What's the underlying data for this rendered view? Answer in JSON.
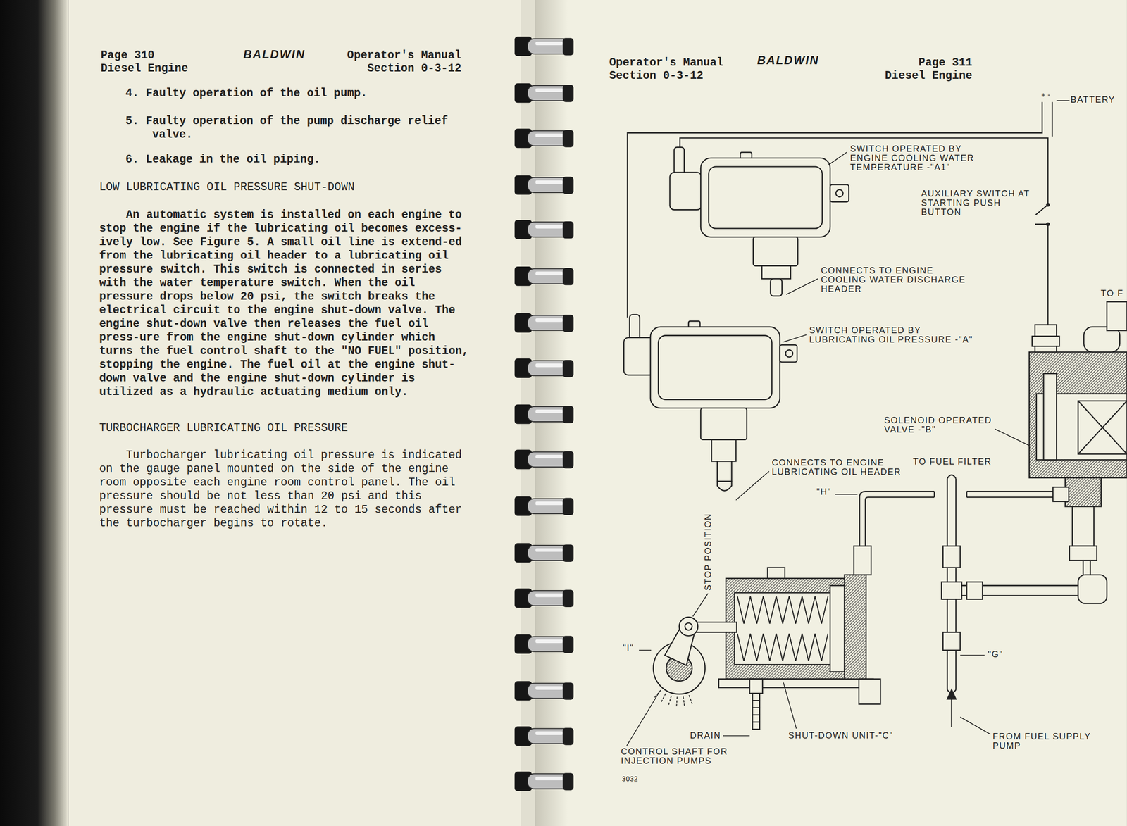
{
  "diagram": {
    "labels": [
      "Page 310",
      "Diesel Engine",
      "BALDWIN",
      "Operator's Manual",
      "Section 0-3-12",
      "4. Faulty operation of the oil pump.",
      "5. Faulty operation of the pump discharge relief valve.",
      "6. Leakage in the oil piping.",
      "LOW LUBRICATING OIL PRESSURE SHUT-DOWN",
      "An automatic system is installed on each engine to stop the engine if the lubricating oil becomes excess-ively low. See Figure 5. A small oil line is extend-ed from the lubricating oil header to a lubricating oil pressure switch. This switch is connected in series with the water temperature switch. When the oil pressure drops below 20 psi, the switch breaks the electrical circuit to the engine shut-down valve. The engine shut-down valve then releases the fuel oil press-ure from the engine shut-down cylinder which turns the fuel control shaft to the \"NO FUEL\" position, stopping the engine. The fuel oil at the engine shut-down valve and the engine shut-down cylinder is utilized as a hydraulic actuating medium only.",
      "TURBOCHARGER LUBRICATING OIL PRESSURE",
      "Turbocharger lubricating oil pressure is indicated on the gauge panel mounted on the side of the engine room opposite each engine room control panel. The oil pressure should be not less than 20 psi and this pressure must be reached within 12 to 15 seconds after the turbocharger begins to rotate.",
      "Operator's Manual",
      "Section 0-3-12",
      "BALDWIN",
      "Page 311",
      "Diesel Engine",
      "+ -",
      "BATTERY",
      "SWITCH OPERATED BY ENGINE COOLING WATER TEMPERATURE -\"A1\"",
      "AUXILIARY SWITCH AT STARTING PUSH BUTTON",
      "TO F",
      "CONNECTS TO ENGINE COOLING WATER DISCHARGE HEADER",
      "SWITCH OPERATED BY LUBRICATING OIL PRESSURE -\"A\"",
      "SOLENOID OPERATED VALVE -\"B\"",
      "TO FUEL FILTER",
      "CONNECTS TO ENGINE LUBRICATING OIL HEADER",
      "\"H\"",
      "STOP POSITION",
      "\"I\"",
      "\"G\"",
      "DRAIN",
      "SHUT-DOWN UNIT-\"C\"",
      "FROM FUEL SUPPLY PUMP",
      "CONTROL SHAFT FOR INJECTION PUMPS",
      "3032"
    ]
  }
}
